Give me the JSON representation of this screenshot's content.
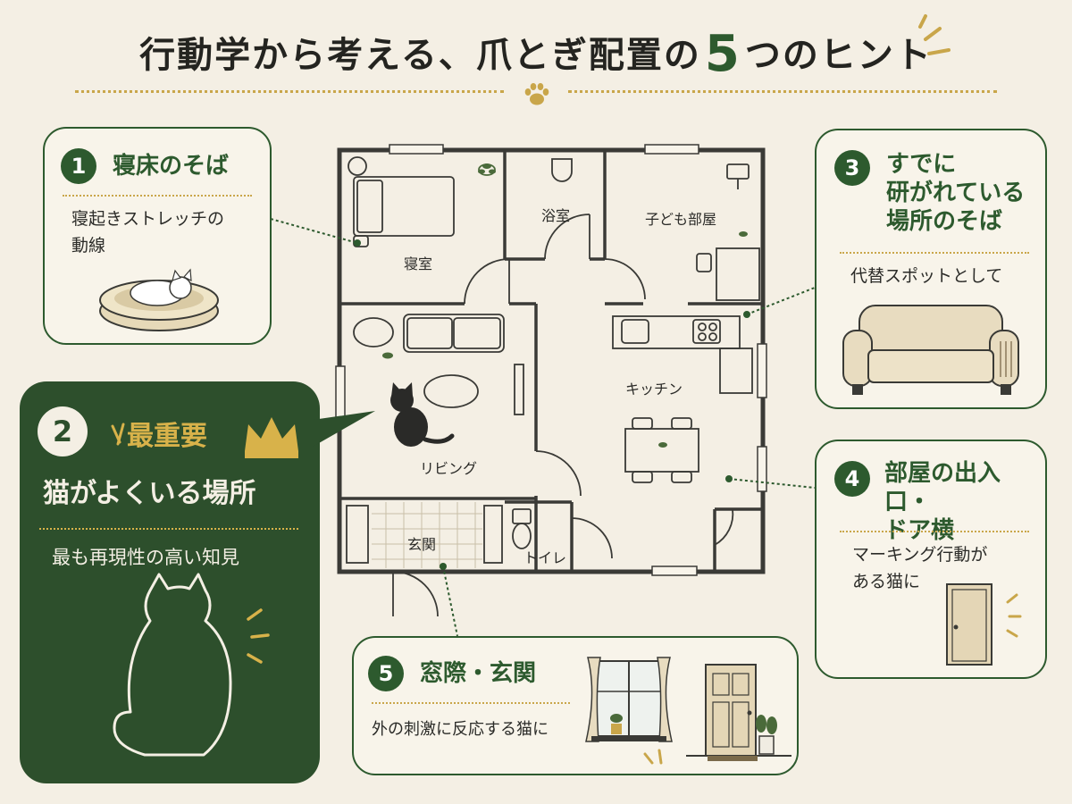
{
  "header": {
    "title_before": "行動学から考える、爪とぎ配置の",
    "title_number": "5",
    "title_after": "つのヒント"
  },
  "floorplan": {
    "rooms": {
      "bedroom": "寝室",
      "bath": "浴室",
      "kids_room": "子ども部屋",
      "kitchen": "キッチン",
      "living": "リビング",
      "entrance": "玄関",
      "toilet": "トイレ"
    }
  },
  "tips": [
    {
      "number": "1",
      "title": "寝床のそば",
      "description": "寝起きストレッチの\n動線"
    },
    {
      "number": "2",
      "badge": "最重要",
      "title": "猫がよくいる場所",
      "description": "最も再現性の高い知見"
    },
    {
      "number": "3",
      "title": "すでに\n研がれている\n場所のそば",
      "description": "代替スポットとして"
    },
    {
      "number": "4",
      "title": "部屋の出入口・\nドア横",
      "description": "マーキング行動が\nある猫に"
    },
    {
      "number": "5",
      "title": "窓際・玄関",
      "description": "外の刺激に反応する猫に"
    }
  ],
  "colors": {
    "background": "#f4efe4",
    "accent_green": "#2d5a2e",
    "dark_green": "#2d4f2c",
    "gold": "#c9a64a"
  }
}
